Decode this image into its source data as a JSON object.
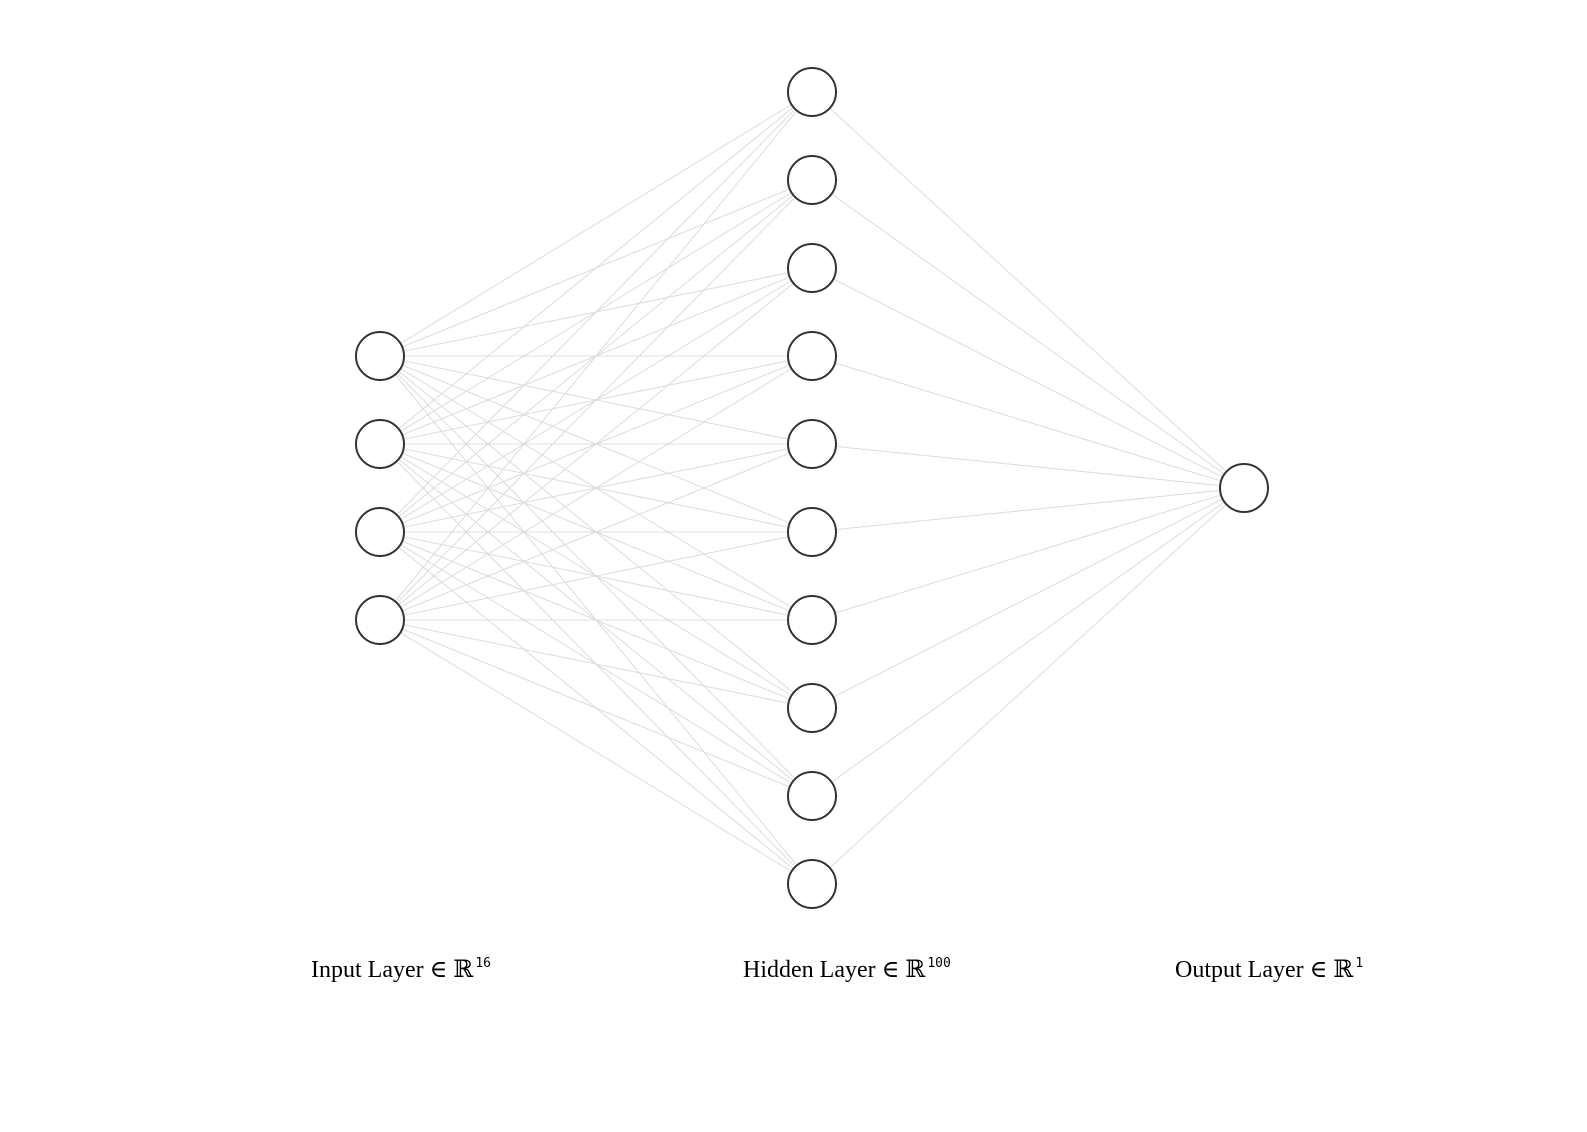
{
  "layers": [
    {
      "id": "input",
      "label": "Input Layer ∈ ℝ",
      "dim": "16",
      "nodes": 4
    },
    {
      "id": "hidden",
      "label": "Hidden Layer ∈ ℝ",
      "dim": "100",
      "nodes": 10
    },
    {
      "id": "output",
      "label": "Output Layer ∈ ℝ",
      "dim": "1",
      "nodes": 1
    }
  ],
  "colors": {
    "edge": "#dcdcdc",
    "node_stroke": "#333333",
    "node_fill": "#ffffff",
    "label": "#000000"
  }
}
